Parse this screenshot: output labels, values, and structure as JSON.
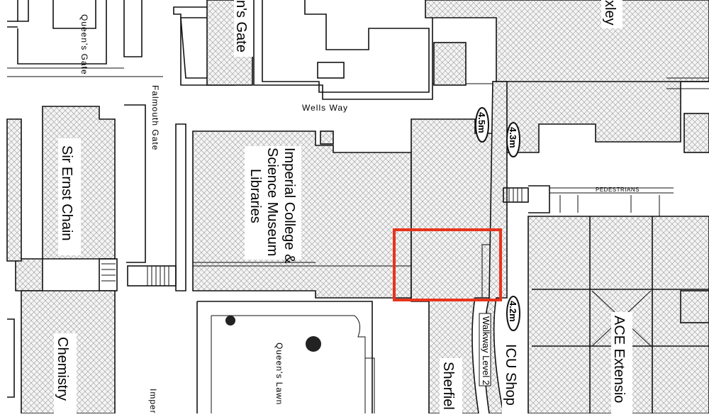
{
  "buildings": {
    "queens_gate_building": "n's Gate",
    "huxley": "xley",
    "sir_ernst_chain": "Sir Ernst Chain",
    "library": [
      "Imperial College &",
      "Science Museum",
      "Libraries"
    ],
    "chemistry": "Chemistry",
    "ace_extension": "ACE Extensio",
    "icu_shop": "ICU Shop",
    "sherfield": "Sherfiel"
  },
  "streets": {
    "queens_gate": "Queen's Gate",
    "falmouth_gate": "Falmouth Gate",
    "wells_way": "Wells Way",
    "queens_lawn": "Queen's Lawn",
    "imperial": "Imper",
    "pedestrians": "PEDESTRIANS",
    "walkway": "Walkway Level 2"
  },
  "clearances": {
    "c1": "4.5m",
    "c2": "4.3m",
    "c3": "4.2m"
  },
  "colors": {
    "highlight": "#e8341c",
    "line": "#111111",
    "hatch": "#9a9a9a"
  }
}
